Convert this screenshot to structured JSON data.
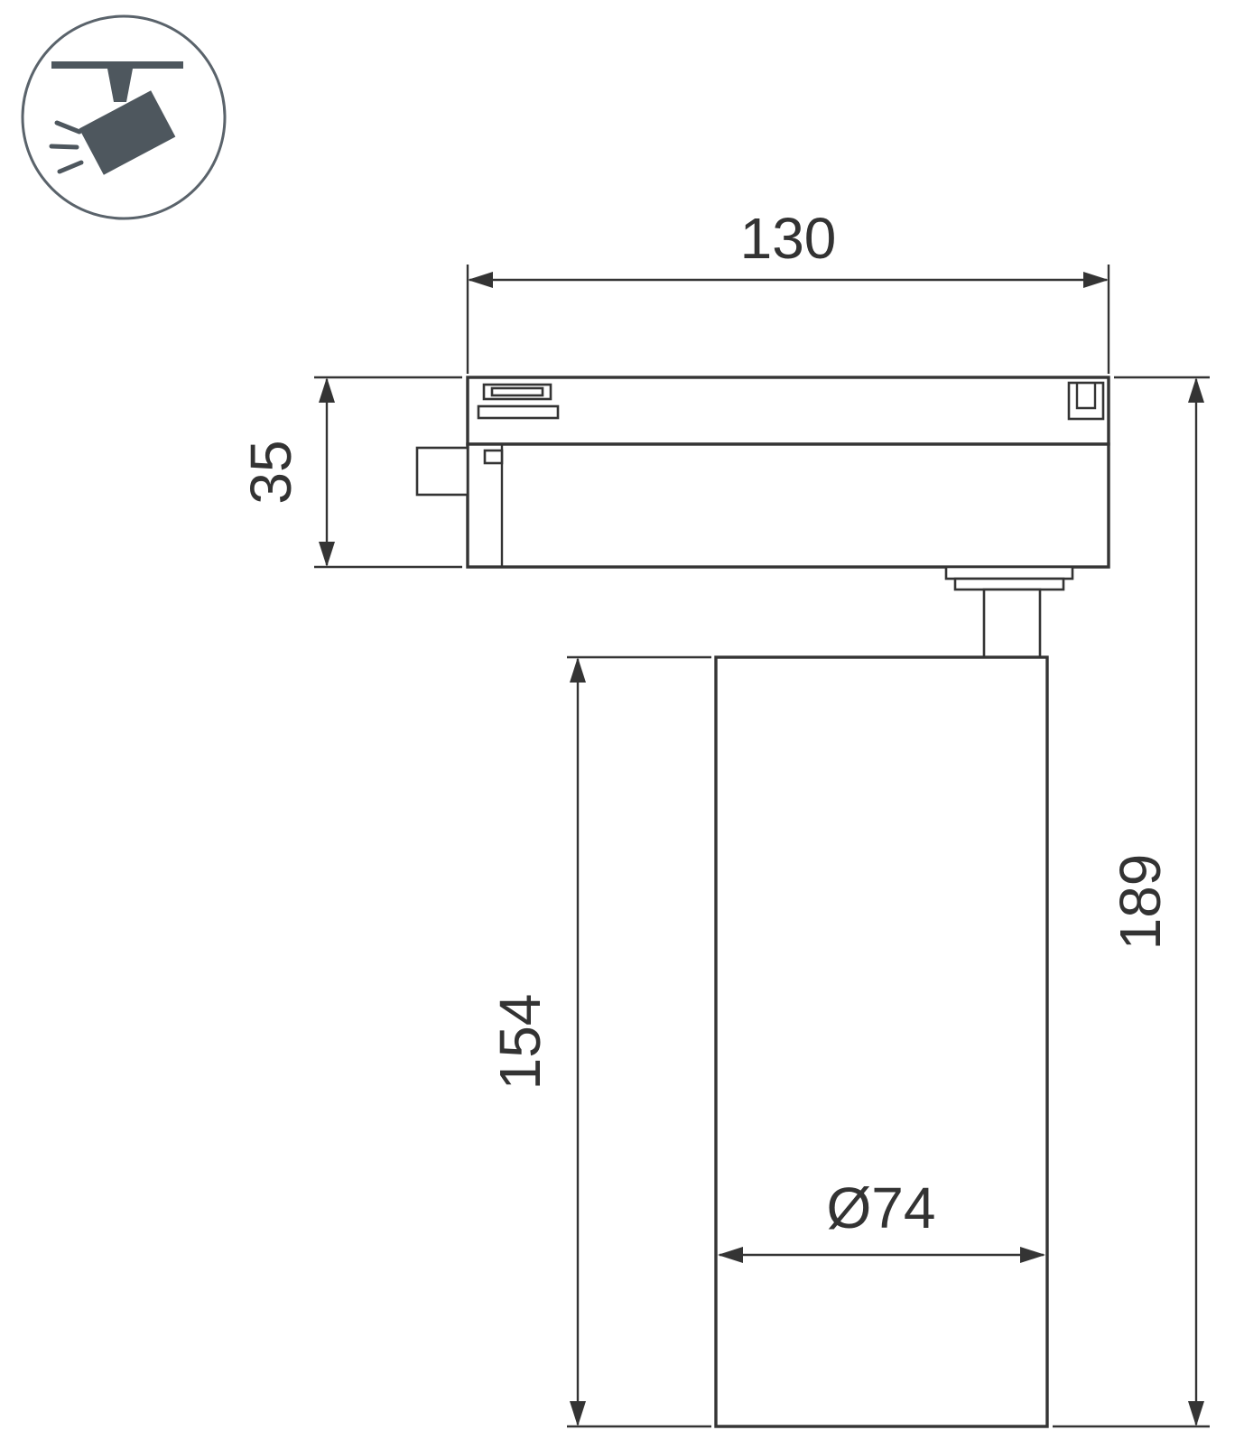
{
  "drawing": {
    "kind": "technical-dimension-drawing",
    "line_color": "#343434",
    "icon_color": "#4e575e",
    "dimensions": {
      "track_width": "130",
      "adapter_height": "35",
      "body_height": "154",
      "overall_height": "189",
      "diameter": "Ø74"
    }
  }
}
